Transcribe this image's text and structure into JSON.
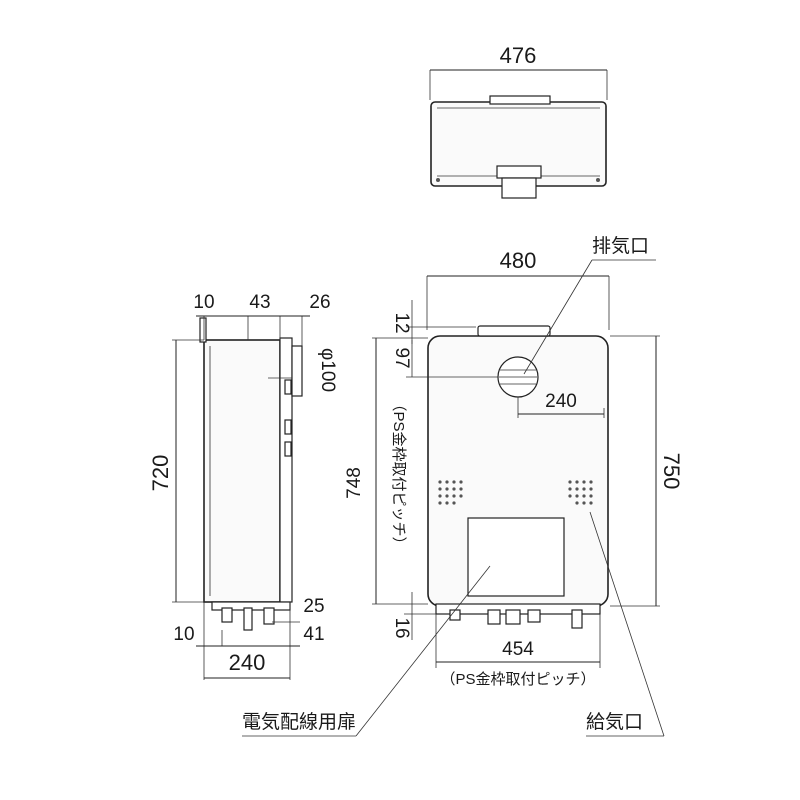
{
  "dimensions": {
    "top_width": "476",
    "front_width": "480",
    "front_height": "750",
    "front_height_ps": "748",
    "ps_pitch_vertical": "（PS金枠取付ピッチ）",
    "top_offset": "12",
    "exhaust_height": "97",
    "exhaust_offset": "240",
    "bottom_offset": "16",
    "ps_width": "454",
    "ps_pitch_horizontal": "（PS金枠取付ピッチ）",
    "side_top_left": "10",
    "side_top_mid": "43",
    "side_top_right": "26",
    "side_diameter": "φ100",
    "side_height": "720",
    "side_bottom_25": "25",
    "side_bottom_10": "10",
    "side_bottom_41": "41",
    "side_depth": "240"
  },
  "labels": {
    "exhaust_port": "排気口",
    "intake_port": "給気口",
    "wiring_door": "電気配線用扉"
  }
}
